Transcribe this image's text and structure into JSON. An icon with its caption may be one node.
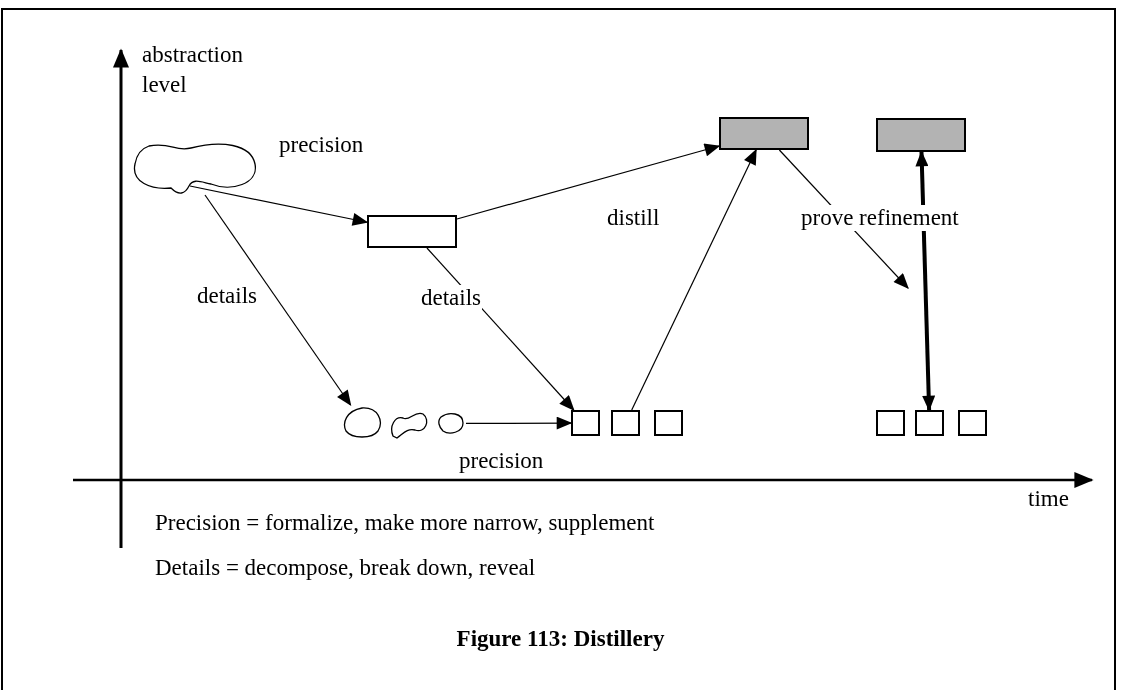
{
  "diagram": {
    "caption": "Figure 113: Distillery",
    "nodes": [
      {
        "text": [],
        "shape": "cloud"
      },
      {
        "text": [],
        "shape": "box"
      },
      {
        "text": [],
        "shape": "box"
      },
      {
        "text": [],
        "shape": "box"
      },
      {
        "text": [],
        "shape": "cloud"
      },
      {
        "text": [],
        "shape": "cloud"
      },
      {
        "text": [],
        "shape": "cloud"
      },
      {
        "text": [],
        "shape": "box"
      },
      {
        "text": [],
        "shape": "box"
      },
      {
        "text": [],
        "shape": "box"
      },
      {
        "text": [],
        "shape": "box"
      },
      {
        "text": [],
        "shape": "box"
      },
      {
        "text": [],
        "shape": "box"
      }
    ],
    "edges": [
      {
        "from": 0,
        "to": 1,
        "arrow": "to",
        "label": "precision"
      },
      {
        "from": 0,
        "to": 4,
        "arrow": "to",
        "label": "details"
      },
      {
        "from": 1,
        "to": 2,
        "arrow": "to",
        "label": "distill"
      },
      {
        "from": 1,
        "to": 7,
        "arrow": "to",
        "label": "details"
      },
      {
        "from": 8,
        "to": 2,
        "arrow": "to"
      },
      {
        "from": 6,
        "to": 7,
        "arrow": "to",
        "label": "precision"
      },
      {
        "from": 2,
        "to": null,
        "arrow": "to",
        "label": "prove refinement"
      },
      {
        "from": 11,
        "to": 3,
        "arrow": "both",
        "style": "thick"
      }
    ],
    "labels": [
      "abstraction level",
      "time",
      "Precision = formalize, make more narrow, supplement",
      "Details = decompose, break down, reveal"
    ]
  }
}
